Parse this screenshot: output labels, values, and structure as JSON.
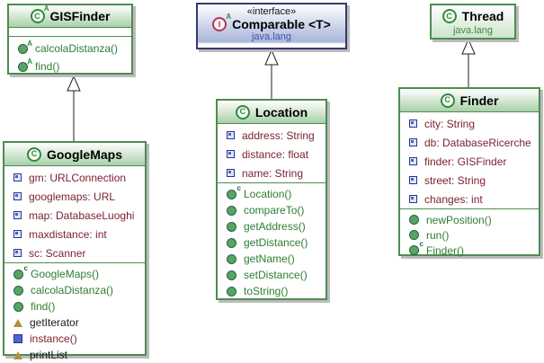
{
  "diagram": {
    "boxes": {
      "gisfinder": {
        "title": "GISFinder",
        "methods": [
          "calcolaDistanza()",
          "find()"
        ]
      },
      "comparable": {
        "stereotype": "«interface»",
        "title": "Comparable <T>",
        "package": "java.lang"
      },
      "thread": {
        "title": "Thread",
        "package": "java.lang"
      },
      "googlemaps": {
        "title": "GoogleMaps",
        "fields": [
          "gm: URLConnection",
          "googlemaps: URL",
          "map: DatabaseLuoghi",
          "maxdistance: int",
          "sc: Scanner"
        ],
        "methods": [
          "GoogleMaps()",
          "calcolaDistanza()",
          "find()",
          "getIterator",
          "instance()",
          "printList"
        ]
      },
      "location": {
        "title": "Location",
        "fields": [
          "address: String",
          "distance: float",
          "name: String"
        ],
        "methods": [
          "Location()",
          "compareTo()",
          "getAddress()",
          "getDistance()",
          "getName()",
          "setDistance()",
          "toString()"
        ]
      },
      "finder": {
        "title": "Finder",
        "fields": [
          "city: String",
          "db: DatabaseRicerche",
          "finder: GISFinder",
          "street: String",
          "changes: int"
        ],
        "methods": [
          "newPosition()",
          "run()",
          "Finder()"
        ]
      }
    },
    "icons": {
      "class": "C",
      "interface": "I",
      "abstract_marker": "A",
      "constructor_marker": "c"
    },
    "colors": {
      "class_border": "#4e8c50",
      "header_green": "#a9d0a9",
      "interface_border": "#333a72",
      "interface_header": "#aab5da",
      "field_text": "#7c2230",
      "method_text": "#2d7d31",
      "package_green": "#3d8a42",
      "package_blue": "#3c57a8"
    }
  }
}
